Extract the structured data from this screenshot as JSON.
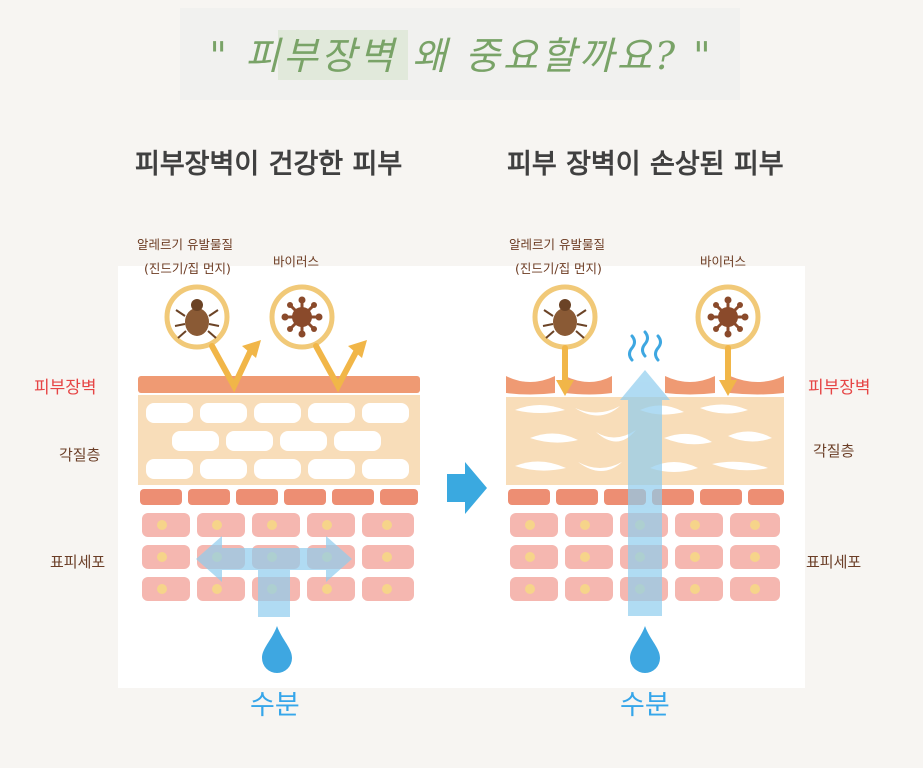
{
  "header": {
    "title": "\" 피부장벽 왜 중요할까요? \""
  },
  "left_panel": {
    "title": "피부장벽이 건강한 피부",
    "allergen_line1": "알레르기 유발물질",
    "allergen_line2": "(진드기/집 먼지)",
    "virus": "바이러스",
    "barrier": "피부장벽",
    "stratum": "각질층",
    "epidermis": "표피세포",
    "water": "수분"
  },
  "right_panel": {
    "title": "피부 장벽이 손상된 피부",
    "allergen_line1": "알레르기 유발물질",
    "allergen_line2": "(진드기/집 먼지)",
    "virus": "바이러스",
    "barrier": "피부장벽",
    "stratum": "각질층",
    "epidermis": "표피세포",
    "water": "수분"
  },
  "colors": {
    "barrier": "#ef9a73",
    "stratum": "#f8ddb9",
    "epidermis_top": "#ed8e73",
    "epidermis": "#f5b7b0",
    "nucleus": "#f6d48a",
    "water": "#3ea7e1",
    "arrow": "#f1b648",
    "highlight_text": "#79a367"
  },
  "icons": [
    "mite-icon",
    "virus-icon",
    "water-drop-icon",
    "arrow-right-icon",
    "steam-icon"
  ]
}
